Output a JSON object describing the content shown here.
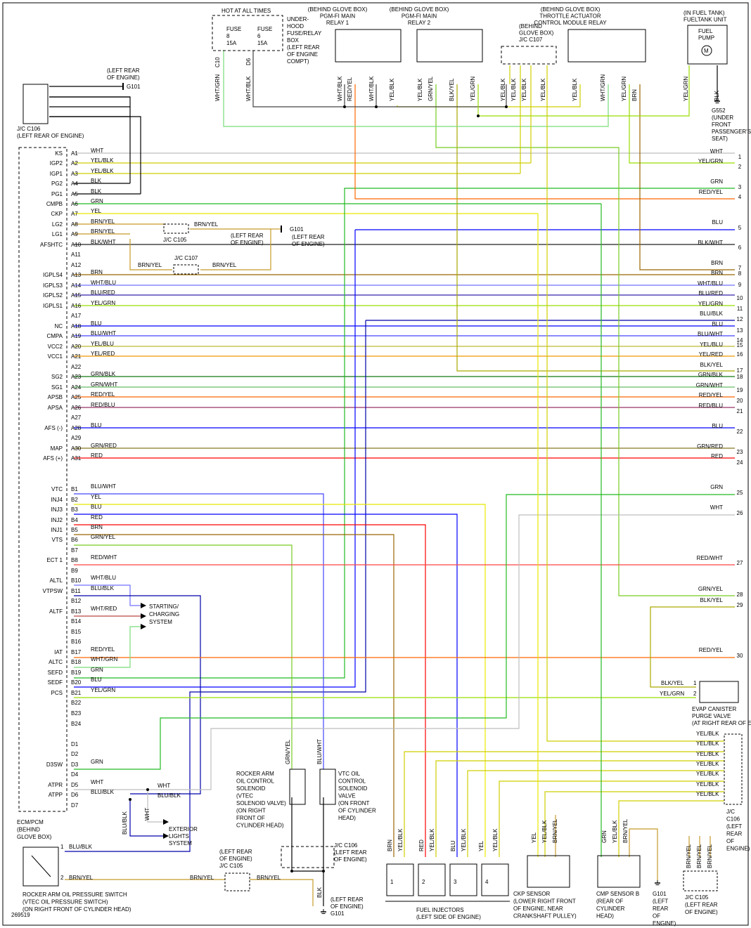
{
  "colors": {
    "WHT": "#bdbdbd",
    "YEL": "#e8e800",
    "YEL/BLK": "#cfcf00",
    "BLK": "#000000",
    "GRN": "#22bb22",
    "BRN": "#996600",
    "BRN/YEL": "#c89b2a",
    "BLK/WHT": "#222222",
    "WHT/BLU": "#7070ff",
    "BLU/RED": "#3322aa",
    "YEL/GRN": "#99dd00",
    "BLU/BLK": "#0000aa",
    "BLU/WHT": "#4444ff",
    "YEL/BLU": "#bbbb33",
    "YEL/RED": "#ee9900",
    "BLK/YEL": "#aaaa00",
    "GRN/BLK": "#117711",
    "GRN/WHT": "#66bb66",
    "RED/YEL": "#ff6600",
    "RED/BLU": "#993366",
    "BLU": "#0000ff",
    "GRN/RED": "#887722",
    "RED": "#ff0000",
    "RED/WHT": "#ff4444",
    "GRN/YEL": "#77cc22",
    "WHT/GRN": "#77dd77",
    "WHT/BLK": "#444444",
    "WHT/RED": "#bb4444",
    "YEL/GRN2": "#aadd00"
  },
  "ecm": {
    "label_lines": [
      "ECM/PCM",
      "(BEHIND",
      "GLOVE BOX)"
    ],
    "pins": [
      {
        "pin": "A1",
        "sig": "KS",
        "wire": "WHT"
      },
      {
        "pin": "A2",
        "sig": "IGP2",
        "wire": "YEL/BLK"
      },
      {
        "pin": "A3",
        "sig": "IGP1",
        "wire": "YEL/BLK"
      },
      {
        "pin": "A4",
        "sig": "PG2",
        "wire": "BLK"
      },
      {
        "pin": "A5",
        "sig": "PG1",
        "wire": "BLK"
      },
      {
        "pin": "A6",
        "sig": "CMPB",
        "wire": "GRN"
      },
      {
        "pin": "A7",
        "sig": "CKP",
        "wire": "YEL"
      },
      {
        "pin": "A8",
        "sig": "LG2",
        "wire": "BRN/YEL"
      },
      {
        "pin": "A9",
        "sig": "LG1",
        "wire": "BRN/YEL"
      },
      {
        "pin": "A10",
        "sig": "AFSHTC",
        "wire": "BLK/WHT"
      },
      {
        "pin": "A11",
        "sig": "",
        "wire": ""
      },
      {
        "pin": "A12",
        "sig": "",
        "wire": ""
      },
      {
        "pin": "A13",
        "sig": "IGPLS4",
        "wire": "BRN"
      },
      {
        "pin": "A14",
        "sig": "IGPLS3",
        "wire": "WHT/BLU"
      },
      {
        "pin": "A15",
        "sig": "IGPLS2",
        "wire": "BLU/RED"
      },
      {
        "pin": "A16",
        "sig": "IGPLS1",
        "wire": "YEL/GRN"
      },
      {
        "pin": "A17",
        "sig": "",
        "wire": ""
      },
      {
        "pin": "A18",
        "sig": "NC",
        "wire": "BLU"
      },
      {
        "pin": "A19",
        "sig": "CMPA",
        "wire": "BLU/WHT"
      },
      {
        "pin": "A20",
        "sig": "VCC2",
        "wire": "YEL/BLU"
      },
      {
        "pin": "A21",
        "sig": "VCC1",
        "wire": "YEL/RED"
      },
      {
        "pin": "A22",
        "sig": "",
        "wire": ""
      },
      {
        "pin": "A23",
        "sig": "SG2",
        "wire": "GRN/BLK"
      },
      {
        "pin": "A24",
        "sig": "SG1",
        "wire": "GRN/WHT"
      },
      {
        "pin": "A25",
        "sig": "APSB",
        "wire": "RED/YEL"
      },
      {
        "pin": "A26",
        "sig": "APSA",
        "wire": "RED/BLU"
      },
      {
        "pin": "A27",
        "sig": "",
        "wire": ""
      },
      {
        "pin": "A28",
        "sig": "AFS (-)",
        "wire": "BLU"
      },
      {
        "pin": "A29",
        "sig": "",
        "wire": ""
      },
      {
        "pin": "A30",
        "sig": "MAP",
        "wire": "GRN/RED"
      },
      {
        "pin": "A31",
        "sig": "AFS (+)",
        "wire": "RED"
      },
      {
        "pin": "B1",
        "sig": "VTC",
        "wire": "BLU/WHT"
      },
      {
        "pin": "B2",
        "sig": "INJ4",
        "wire": "YEL"
      },
      {
        "pin": "B3",
        "sig": "INJ3",
        "wire": "BLU"
      },
      {
        "pin": "B4",
        "sig": "INJ2",
        "wire": "RED"
      },
      {
        "pin": "B5",
        "sig": "INJ1",
        "wire": "BRN"
      },
      {
        "pin": "B6",
        "sig": "VTS",
        "wire": "GRN/YEL"
      },
      {
        "pin": "B7",
        "sig": "",
        "wire": ""
      },
      {
        "pin": "B8",
        "sig": "ECT 1",
        "wire": "RED/WHT"
      },
      {
        "pin": "B9",
        "sig": "",
        "wire": ""
      },
      {
        "pin": "B10",
        "sig": "ALTL",
        "wire": "WHT/BLU"
      },
      {
        "pin": "B11",
        "sig": "VTPSW",
        "wire": "BLU/BLK"
      },
      {
        "pin": "B12",
        "sig": "",
        "wire": ""
      },
      {
        "pin": "B13",
        "sig": "ALTF",
        "wire": "WHT/RED"
      },
      {
        "pin": "B14",
        "sig": "",
        "wire": ""
      },
      {
        "pin": "B15",
        "sig": "",
        "wire": ""
      },
      {
        "pin": "B16",
        "sig": "",
        "wire": ""
      },
      {
        "pin": "B17",
        "sig": "IAT",
        "wire": "RED/YEL"
      },
      {
        "pin": "B18",
        "sig": "ALTC",
        "wire": "WHT/GRN"
      },
      {
        "pin": "B19",
        "sig": "SEFD",
        "wire": "GRN"
      },
      {
        "pin": "B20",
        "sig": "SEDF",
        "wire": "BLU"
      },
      {
        "pin": "B21",
        "sig": "PCS",
        "wire": "YEL/GRN"
      },
      {
        "pin": "B22",
        "sig": "",
        "wire": ""
      },
      {
        "pin": "B23",
        "sig": "",
        "wire": ""
      },
      {
        "pin": "B24",
        "sig": "",
        "wire": ""
      },
      {
        "pin": "D1",
        "sig": "",
        "wire": ""
      },
      {
        "pin": "D2",
        "sig": "",
        "wire": ""
      },
      {
        "pin": "D3",
        "sig": "D3SW",
        "wire": "GRN"
      },
      {
        "pin": "D4",
        "sig": "",
        "wire": ""
      },
      {
        "pin": "D5",
        "sig": "ATPR",
        "wire": "WHT"
      },
      {
        "pin": "D6",
        "sig": "ATPP",
        "wire": "BLU/BLK"
      },
      {
        "pin": "D7",
        "sig": "",
        "wire": ""
      }
    ]
  },
  "right_connector": {
    "wires": [
      {
        "n": "1",
        "wire": "WHT"
      },
      {
        "n": "2",
        "wire": "YEL/GRN"
      },
      {
        "n": "3",
        "wire": "GRN"
      },
      {
        "n": "4",
        "wire": "RED/YEL"
      },
      {
        "n": "5",
        "wire": "BLU"
      },
      {
        "n": "6",
        "wire": "BLK/WHT"
      },
      {
        "n": "7",
        "wire": "BRN"
      },
      {
        "n": "8",
        "wire": "BRN"
      },
      {
        "n": "9",
        "wire": "WHT/BLU"
      },
      {
        "n": "10",
        "wire": "BLU/RED"
      },
      {
        "n": "11",
        "wire": "YEL/GRN"
      },
      {
        "n": "12",
        "wire": "BLU/BLK"
      },
      {
        "n": "13",
        "wire": "BLU"
      },
      {
        "n": "14",
        "wire": "BLU/WHT"
      },
      {
        "n": "15",
        "wire": "YEL/BLU"
      },
      {
        "n": "16",
        "wire": "YEL/RED"
      },
      {
        "n": "17",
        "wire": "BLK/YEL"
      },
      {
        "n": "18",
        "wire": "GRN/BLK"
      },
      {
        "n": "19",
        "wire": "GRN/WHT"
      },
      {
        "n": "20",
        "wire": "RED/YEL"
      },
      {
        "n": "21",
        "wire": "RED/BLU"
      },
      {
        "n": "22",
        "wire": "BLU"
      },
      {
        "n": "23",
        "wire": "GRN/RED"
      },
      {
        "n": "24",
        "wire": "RED"
      },
      {
        "n": "25",
        "wire": "GRN"
      },
      {
        "n": "26",
        "wire": "WHT"
      },
      {
        "n": "27",
        "wire": "RED/WHT"
      },
      {
        "n": "28",
        "wire": "GRN/YEL"
      },
      {
        "n": "29",
        "wire": "BLK/YEL"
      },
      {
        "n": "30",
        "wire": "RED/YEL"
      }
    ]
  },
  "labels": {
    "hot_at_all_times": "HOT AT ALL TIMES",
    "fuse8": [
      "FUSE",
      "8",
      "15A"
    ],
    "fuse6": [
      "FUSE",
      "6",
      "15A"
    ],
    "underhood": [
      "UNDER-",
      "HOOD",
      "FUSE/RELAY",
      "BOX",
      "(LEFT REAR",
      "OF ENGINE",
      "COMPT)"
    ],
    "relay1": [
      "(BEHIND GLOVE BOX)",
      "PGM-FI MAIN",
      "RELAY 1"
    ],
    "relay2": [
      "(BEHIND GLOVE BOX)",
      "PGM-FI MAIN",
      "RELAY 2"
    ],
    "jc107_top": [
      "(BEHIND",
      "GLOVE BOX)",
      "J/C C107"
    ],
    "throttle": [
      "(BEHIND GLOVE BOX)",
      "THROTTLE ACTUATOR",
      "CONTROL MODULE RELAY"
    ],
    "fuelpump": [
      "(IN FUEL TANK)",
      "FUELTANK UNIT"
    ],
    "fuelpump_box": [
      "FUEL",
      "PUMP"
    ],
    "g552": [
      "G552",
      "(UNDER",
      "FRONT",
      "PASSENGER'S",
      "SEAT)"
    ],
    "g101_top": [
      "(LEFT REAR",
      "OF ENGINE)",
      "G101"
    ],
    "jc106_top": [
      "J/C C106",
      "(LEFT REAR OF ENGINE)"
    ],
    "jc105_mid": "J/C C105",
    "jc107_mid": "J/C C107",
    "left_rear_engine": [
      "(LEFT REAR",
      "OF ENGINE)"
    ],
    "g101_mid": [
      "G101",
      "(LEFT REAR",
      "OF ENGINE)"
    ],
    "starting": [
      "STARTING/",
      "CHARGING",
      "SYSTEM"
    ],
    "exterior": [
      "EXTERIOR",
      "LIGHTS",
      "SYSTEM"
    ],
    "evap": [
      "EVAP CANISTER",
      "PURGE VALVE",
      "(AT RIGHT REAR OF ENGINE)"
    ],
    "jc106_right": [
      "J/C",
      "C106",
      "(LEFT",
      "REAR",
      "OF",
      "ENGINE)"
    ],
    "rocker": [
      "ROCKER ARM",
      "OIL CONTROL",
      "SOLENOID",
      "(VTEC",
      "SOLENOID VALVE)",
      "(ON RIGHT",
      "FRONT OF",
      "CYLINDER HEAD)"
    ],
    "vtc_oil": [
      "VTC OIL",
      "CONTROL",
      "SOLENOID",
      "VALVE",
      "(ON FRONT",
      "OF CYLINDER",
      "HEAD)"
    ],
    "jc106_bottom": [
      "J/C C106",
      "(LEFT REAR",
      "OF ENGINE)"
    ],
    "oil_switch": [
      "ROCKER ARM OIL PRESSURE SWITCH",
      "(VTEC OIL PRESSURE SWITCH)",
      "(ON RIGHT FRONT OF CYLINDER HEAD)"
    ],
    "jc105_bottom": [
      "(LEFT REAR",
      "OF ENGINE)",
      "J/C C105"
    ],
    "g101_bottom": [
      "(LEFT REAR",
      "OF ENGINE)",
      "G101"
    ],
    "fuel_injectors": [
      "FUEL INJECTORS",
      "(LEFT SIDE OF ENGINE)"
    ],
    "ckp": [
      "CKP SENSOR",
      "(LOWER RIGHT FRONT",
      "OF ENGINE, NEAR",
      "CRANKSHAFT PULLEY)"
    ],
    "cmp": [
      "CMP SENSOR B",
      "(REAR OF",
      "CYLINDER",
      "HEAD)"
    ],
    "g101_br": [
      "G101",
      "(LEFT",
      "REAR",
      "OF",
      "ENGINE)"
    ],
    "jc105_br": [
      "J/C C105",
      "(LEFT REAR",
      "OF ENGINE)"
    ],
    "code": "269519"
  },
  "misc_wires": {
    "blk": "BLK",
    "brnyel": "BRN/YEL",
    "blkwht": "BLK/WHT",
    "wht": "WHT",
    "blublk": "BLU/BLK",
    "whtgrn": "WHT/GRN",
    "whtblk": "WHT/BLK",
    "redyel": "RED/YEL",
    "yelblk": "YEL/BLK",
    "yelgrn": "YEL/GRN",
    "grnyel": "GRN/YEL",
    "blkyel": "BLK/YEL",
    "grn": "GRN",
    "brn": "BRN",
    "red": "RED",
    "blu": "BLU",
    "yel": "YEL",
    "bluwht": "BLU/WHT",
    "c10": "C10",
    "d6": "D6",
    "m": "M"
  }
}
